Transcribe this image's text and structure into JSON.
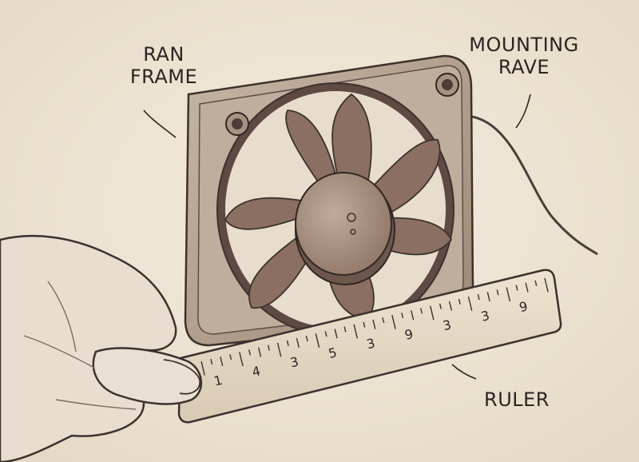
{
  "callouts": {
    "fan_frame": {
      "line1": "RAN",
      "line2": "FRAME"
    },
    "mounting": {
      "line1": "MOUNTING",
      "line2": "RAVE"
    },
    "ruler": "RULER"
  },
  "ruler_numbers": [
    "1",
    "4",
    "3",
    "5",
    "3",
    "9",
    "3",
    "3",
    "9"
  ],
  "colors": {
    "paper": "#efe6d6",
    "frame": "#b8a594",
    "frame_dark": "#8e7a6b",
    "blade": "#8b6f62",
    "hub": "#a38a7a",
    "ink": "#2a2522",
    "ruler": "#e4d8c3",
    "skin": "#e9ddd0"
  }
}
